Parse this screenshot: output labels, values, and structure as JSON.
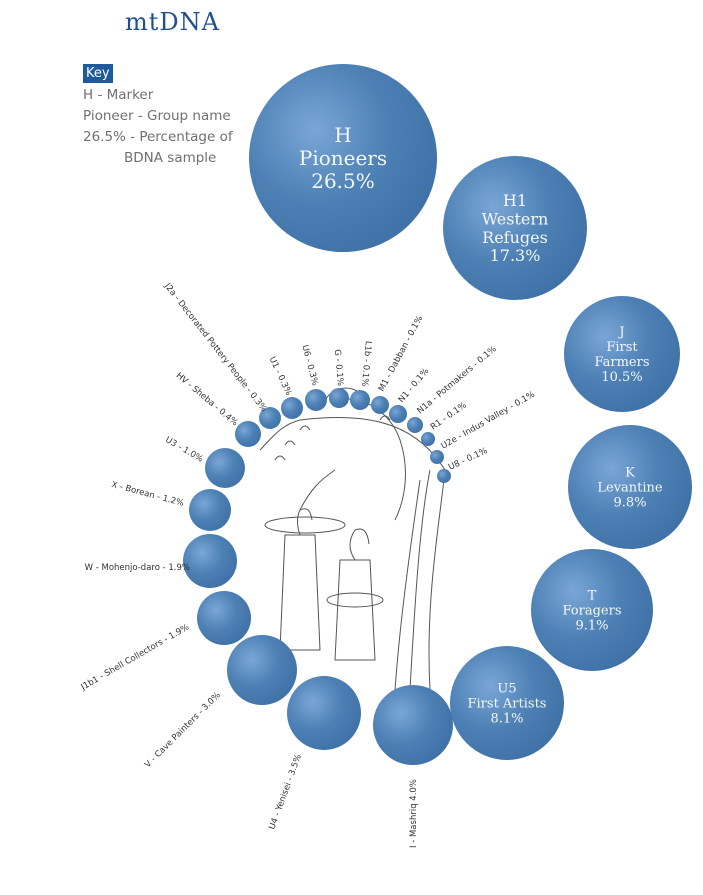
{
  "title": "mtDNA",
  "key": {
    "badge": "Key",
    "lines": [
      "H - Marker",
      "Pioneer - Group name",
      "26.5% - Percentage of"
    ],
    "continuation": "BDNA sample"
  },
  "colors": {
    "bubble": "#4a7db0",
    "bubble_highlight": "#7aa6d6",
    "title": "#1f4f8f",
    "key_badge": "#1f5a9c"
  },
  "chart_data": {
    "type": "bubble",
    "title": "mtDNA",
    "unit": "% of BDNA sample",
    "large_groups": [
      {
        "marker": "H",
        "name": "Pioneers",
        "value": 26.5,
        "label": "26.5%"
      },
      {
        "marker": "H1",
        "name": "Western Refuges",
        "value": 17.3,
        "label": "17.3%"
      },
      {
        "marker": "J",
        "name": "First Farmers",
        "value": 10.5,
        "label": "10.5%"
      },
      {
        "marker": "K",
        "name": "Levantine",
        "value": 9.8,
        "label": "9.8%"
      },
      {
        "marker": "T",
        "name": "Foragers",
        "value": 9.1,
        "label": "9.1%"
      },
      {
        "marker": "U5",
        "name": "First Artists",
        "value": 8.1,
        "label": "8.1%"
      }
    ],
    "small_groups": [
      {
        "text": "I - Mashriq 4.0%",
        "value": 4.0
      },
      {
        "text": "U4 - Yenisei - 3.5%",
        "value": 3.5
      },
      {
        "text": "V - Cave Painters - 3.0%",
        "value": 3.0
      },
      {
        "text": "J1b1 - Shell Collectors - 1.9%",
        "value": 1.9
      },
      {
        "text": "W - Mohenjo-daro - 1.9%",
        "value": 1.9
      },
      {
        "text": "X - Borean - 1.2%",
        "value": 1.2
      },
      {
        "text": "U3 - 1.0%",
        "value": 1.0
      },
      {
        "text": "HV - Sheba - 0.4%",
        "value": 0.4
      },
      {
        "text": "J2a - Decorated Pottery People - 0.3%",
        "value": 0.3
      },
      {
        "text": "U1 - 0.3%",
        "value": 0.3
      },
      {
        "text": "U6 - 0.3%",
        "value": 0.3
      },
      {
        "text": "G - 0.1%",
        "value": 0.1
      },
      {
        "text": "L1b - 0.1%",
        "value": 0.1
      },
      {
        "text": "M1 - Dabban - 0.1%",
        "value": 0.1
      },
      {
        "text": "N1 - 0.1%",
        "value": 0.1
      },
      {
        "text": "N1a - Potmakers - 0.1%",
        "value": 0.1
      },
      {
        "text": "R1 - 0.1%",
        "value": 0.1
      },
      {
        "text": "U2e - Indus Valley - 0.1%",
        "value": 0.1
      },
      {
        "text": "U8 - 0.1%",
        "value": 0.1
      }
    ]
  }
}
